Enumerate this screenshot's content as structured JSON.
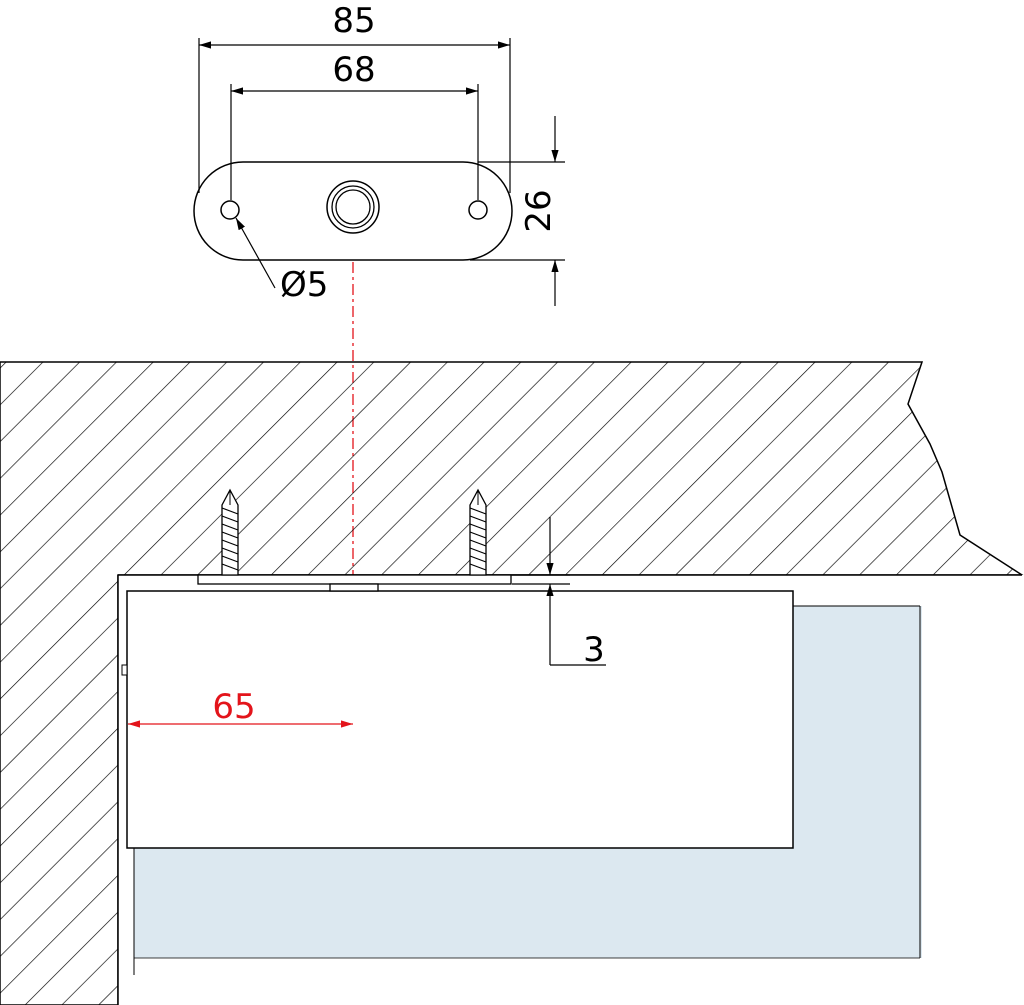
{
  "dimensions": {
    "overall_length": "85",
    "hole_spacing": "68",
    "plate_width": "26",
    "hole_diameter": "Ø5",
    "gap": "3",
    "offset_from_edge": "65"
  },
  "colors": {
    "line": "#000000",
    "accent_red": "#e3141b",
    "glass": "#dce8f0",
    "hatch": "#000000",
    "background": "#ffffff"
  }
}
